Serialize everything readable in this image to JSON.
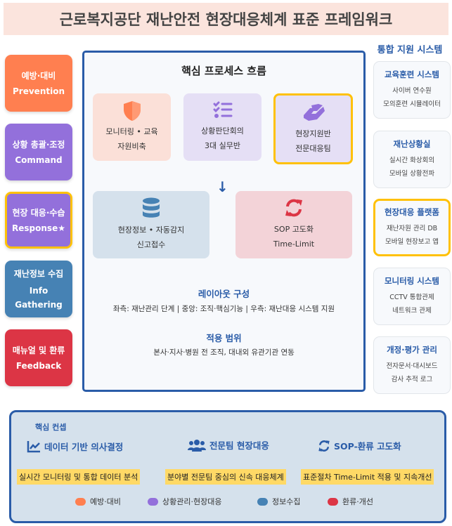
{
  "title": "근로복지공단 재난안전 현장대응체계 표준 프레임워크",
  "left_phases": [
    {
      "ko": "예방·대비",
      "en": "Prevention",
      "color": "#ff7f50"
    },
    {
      "ko": "상황 총괄·조정",
      "en": "Command",
      "color": "#9370db"
    },
    {
      "ko": "현장 대응·수습",
      "en": "Response★",
      "color": "#9370db"
    },
    {
      "ko": "재난정보 수집",
      "en": "Info Gathering",
      "color": "#4682b4"
    },
    {
      "ko": "매뉴얼 및 환류",
      "en": "Feedback",
      "color": "#dc3545"
    }
  ],
  "center": {
    "heading": "핵심 프로세스 흐름",
    "cards": [
      {
        "line1": "모니터링 • 교육",
        "line2": "자원비축",
        "icon": "shield-icon"
      },
      {
        "line1": "상황판단회의",
        "line2": "3대 실무반",
        "icon": "checklist-icon"
      },
      {
        "line1": "현장지원반",
        "line2": "전문대응팀",
        "icon": "handshake-icon"
      },
      {
        "line1": "현장정보 • 자동감지",
        "line2": "신고접수",
        "icon": "database-icon"
      },
      {
        "line1": "SOP 고도화",
        "line2": "Time-Limit",
        "icon": "sync-icon"
      }
    ],
    "arrow": "↓",
    "layout_heading": "레이아웃 구성",
    "layout_text": "좌측: 재난관리 단계 | 중앙: 조직·핵심기능 | 우측: 재난대응 시스템 지원",
    "scope_heading": "적용 범위",
    "scope_text": "본사·지사·병원 전 조직, 대내외 유관기관 연동"
  },
  "right": {
    "title": "통합 지원 시스템",
    "cards": [
      {
        "h": "교육훈련 시스템",
        "s1": "사이버 연수원",
        "s2": "모의훈련 시뮬레이터"
      },
      {
        "h": "재난상황실",
        "s1": "실시간 화상회의",
        "s2": "모바일 상황전파"
      },
      {
        "h": "현장대응 플랫폼",
        "s1": "재난자원 관리 DB",
        "s2": "모바일 현장보고 앱"
      },
      {
        "h": "모니터링 시스템",
        "s1": "CCTV 통합관제",
        "s2": "네트워크 관제"
      },
      {
        "h": "개정·평가 관리",
        "s1": "전자문서·대시보드",
        "s2": "감사 추적 로그"
      }
    ]
  },
  "bottom": {
    "heading": "핵심 컨셉",
    "concepts": [
      {
        "title": "데이터 기반 의사결정",
        "desc": "실시간 모니터링 및 통합 데이터 분석"
      },
      {
        "title": "전문팀 현장대응",
        "desc": "분야별 전문팀 중심의 신속 대응체계"
      },
      {
        "title": "SOP-환류 고도화",
        "desc": "표준절차 Time-Limit 적용 및 지속개선"
      }
    ],
    "legend": [
      {
        "label": "예방·대비",
        "color": "#ff7f50"
      },
      {
        "label": "상황관리·현장대응",
        "color": "#9370db"
      },
      {
        "label": "정보수집",
        "color": "#4682b4"
      },
      {
        "label": "환류·개선",
        "color": "#dc3545"
      }
    ]
  }
}
